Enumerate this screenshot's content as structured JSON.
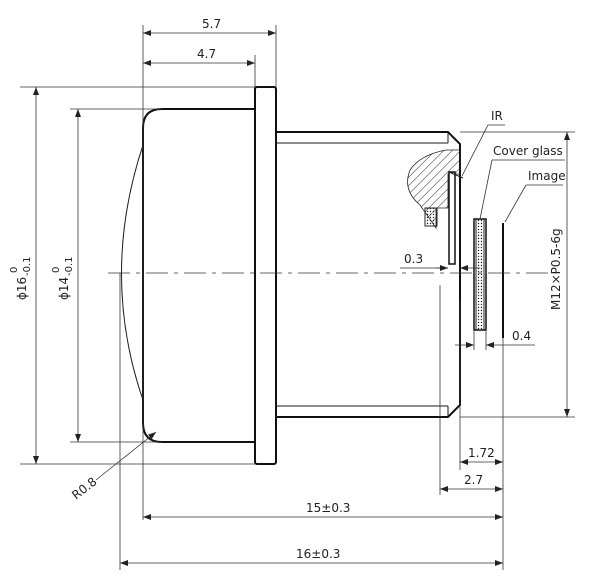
{
  "dimensions": {
    "d_5_7": "5.7",
    "d_4_7": "4.7",
    "d_0_3": "0.3",
    "d_0_4": "0.4",
    "d_1_72": "1.72",
    "d_2_7": "2.7",
    "d_15": "15±0.3",
    "d_16": "16±0.3",
    "radius": "R0.8"
  },
  "diameters": {
    "outer": {
      "symbol": "ϕ16",
      "upper": "0",
      "lower": "-0.1"
    },
    "inner": {
      "symbol": "ϕ14",
      "upper": "0",
      "lower": "-0.1"
    }
  },
  "labels": {
    "ir": "IR",
    "cover_glass": "Cover glass",
    "image": "Image",
    "thread": "M12×P0.5-6g"
  }
}
